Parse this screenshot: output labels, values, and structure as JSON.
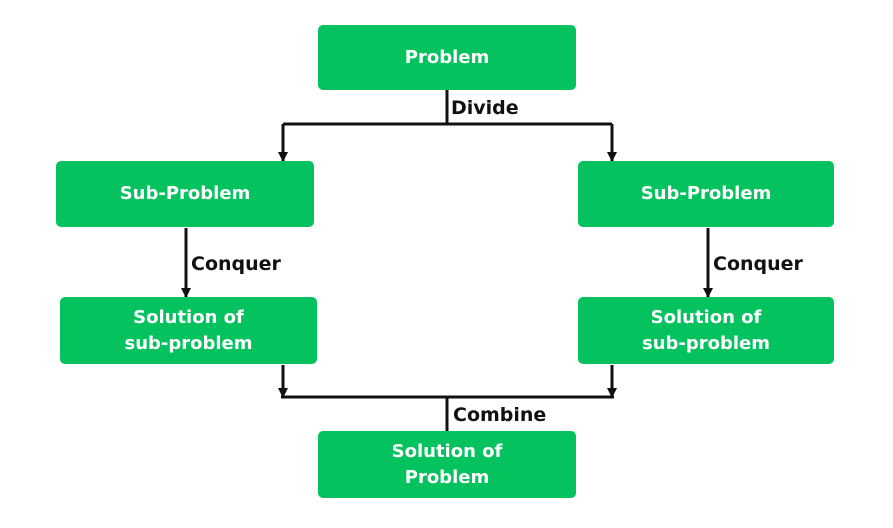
{
  "colors": {
    "box_fill": "#04c25e",
    "box_text": "#ffffff",
    "line": "#111111"
  },
  "nodes": {
    "problem": "Problem",
    "sub_left": "Sub-Problem",
    "sub_right": "Sub-Problem",
    "sol_left": [
      "Solution of",
      "sub-problem"
    ],
    "sol_right": [
      "Solution of",
      "sub-problem"
    ],
    "final": [
      "Solution of",
      "Problem"
    ]
  },
  "edges": {
    "divide": "Divide",
    "conquer_left": "Conquer",
    "conquer_right": "Conquer",
    "combine": "Combine"
  }
}
